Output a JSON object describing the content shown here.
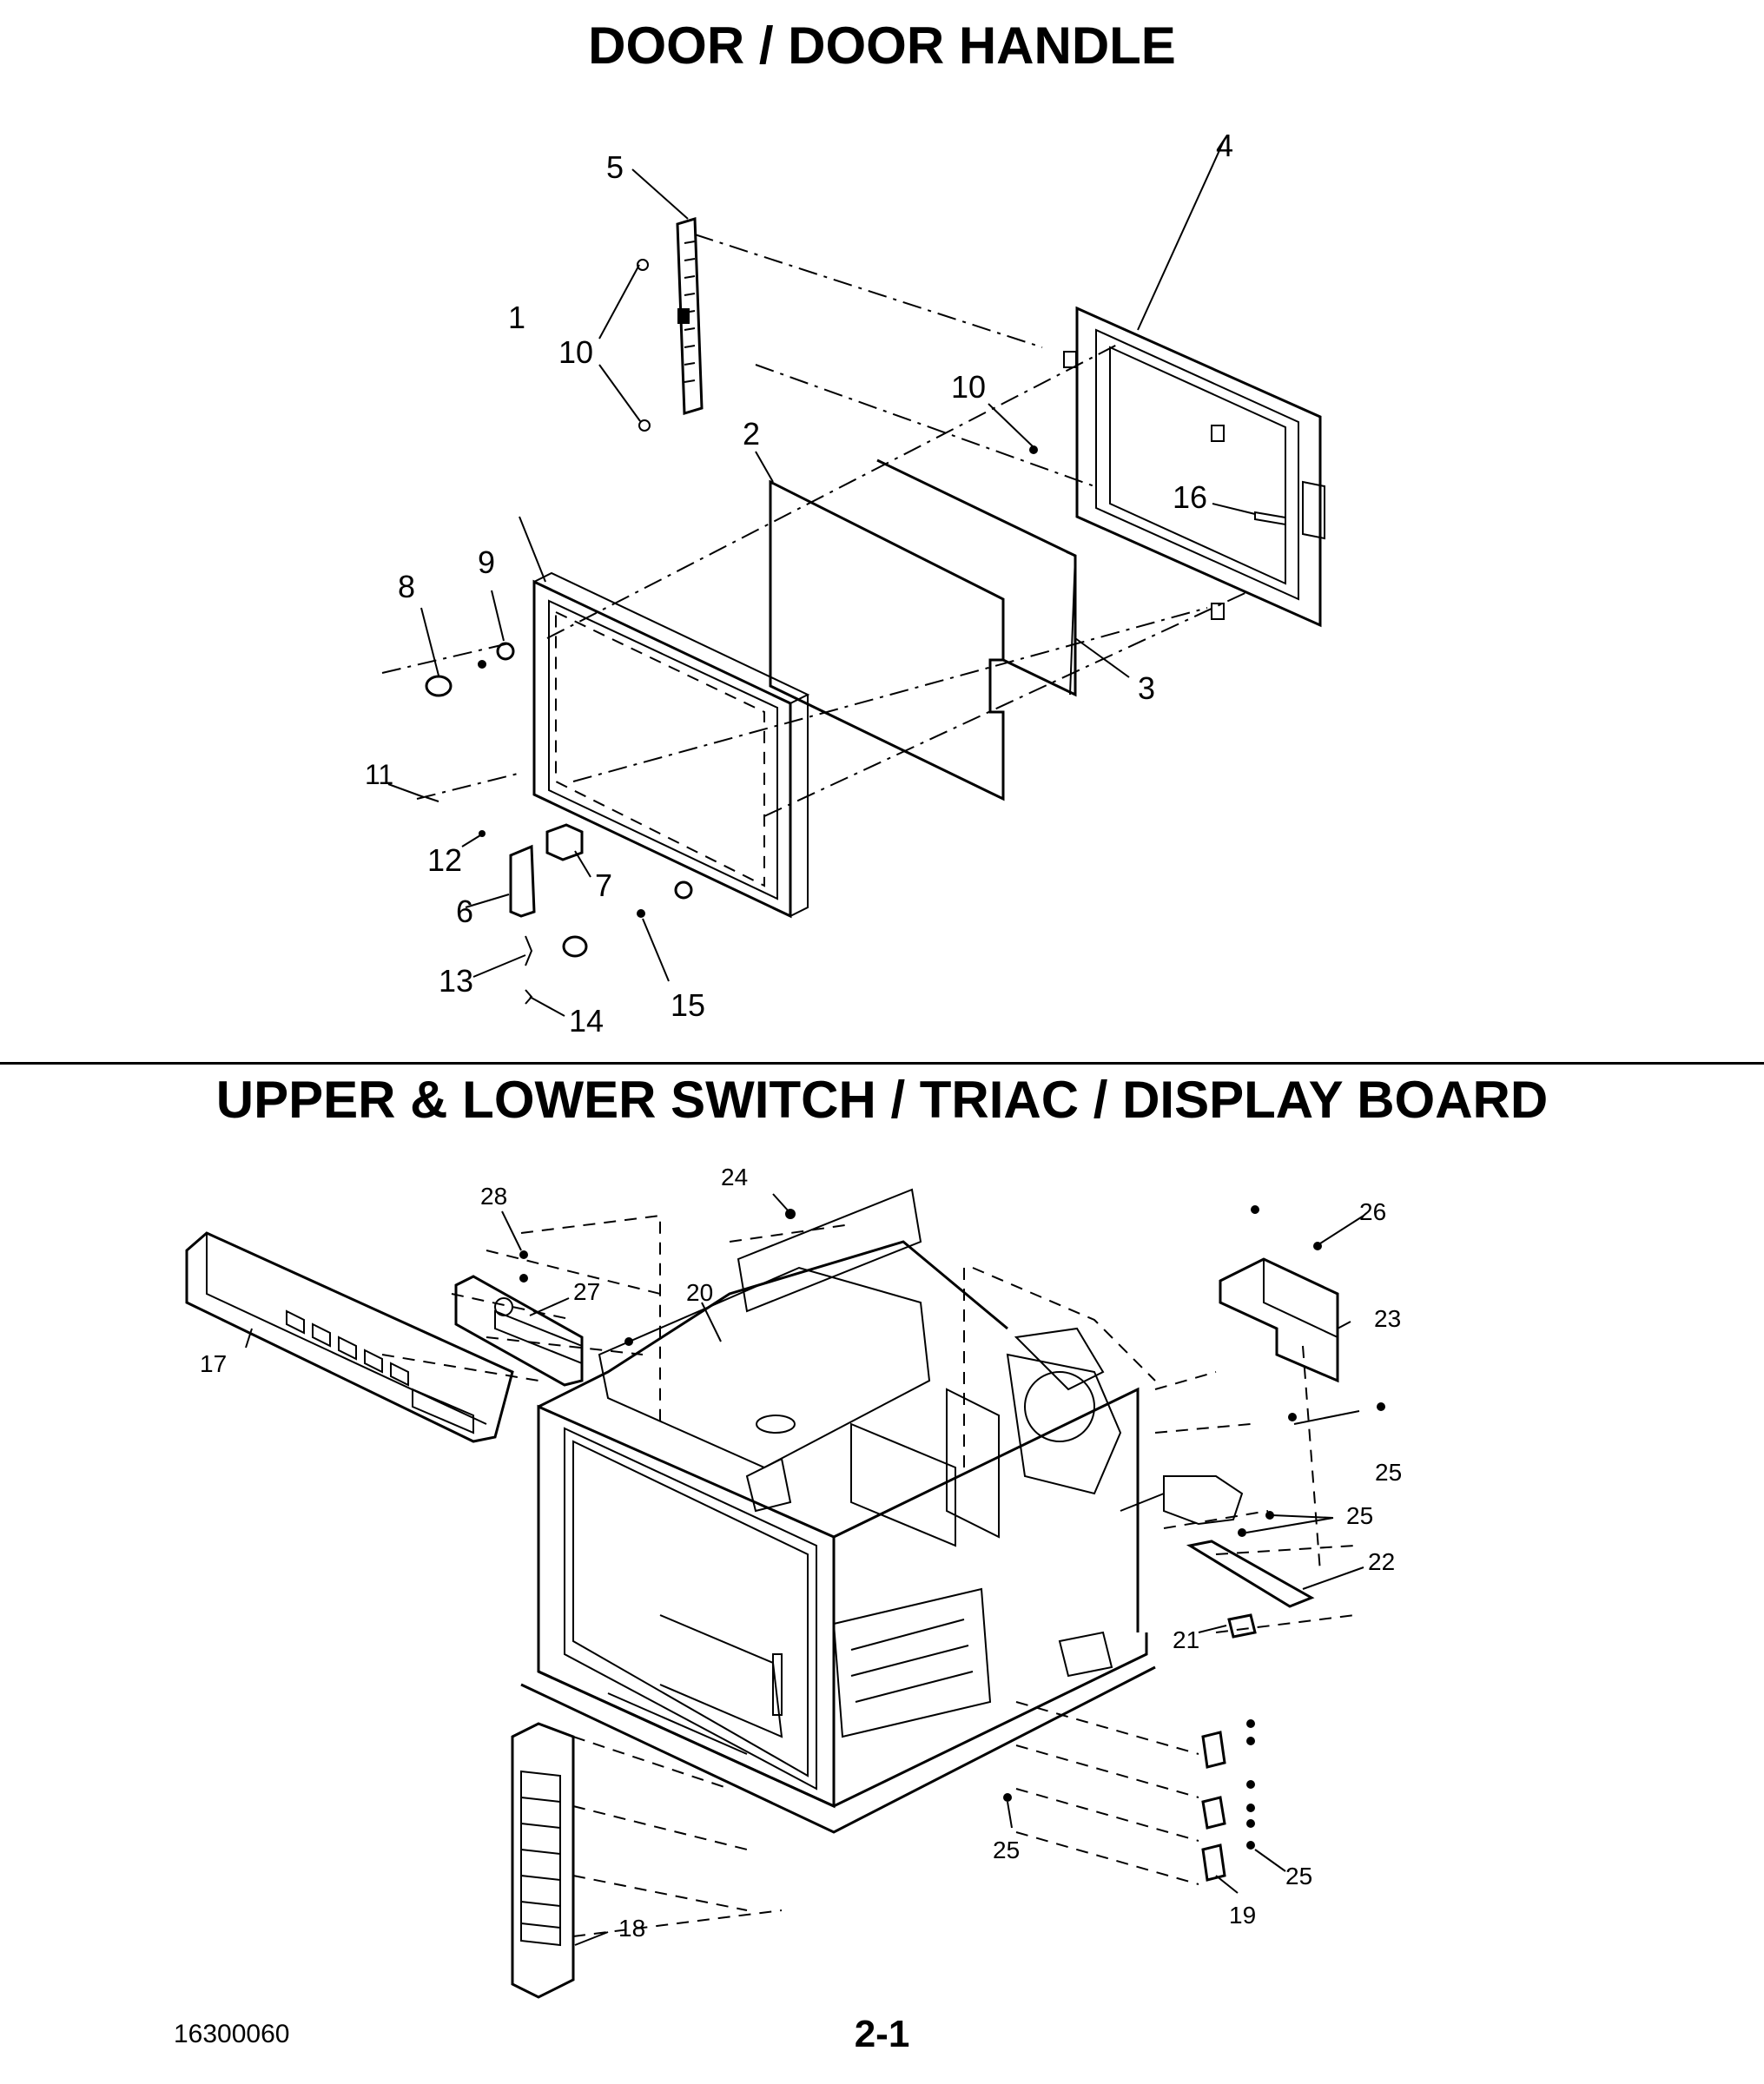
{
  "titles": {
    "door": "DOOR / DOOR HANDLE",
    "switch": "UPPER & LOWER SWITCH / TRIAC / DISPLAY BOARD"
  },
  "door_callouts": [
    "1",
    "2",
    "3",
    "4",
    "5",
    "6",
    "7",
    "8",
    "9",
    "10",
    "10",
    "11",
    "12",
    "13",
    "14",
    "15",
    "16"
  ],
  "switch_callouts": [
    "17",
    "18",
    "19",
    "20",
    "21",
    "22",
    "23",
    "24",
    "25",
    "25",
    "25",
    "25",
    "26",
    "27",
    "28"
  ],
  "footer": {
    "doc_number": "16300060",
    "page": "2-1"
  }
}
